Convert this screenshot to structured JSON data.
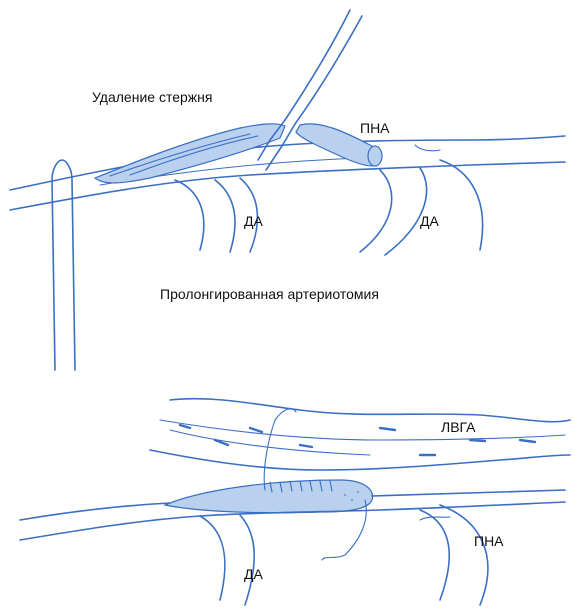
{
  "top_panel": {
    "label_core_removal": "Удаление стержня",
    "label_pna": "ПНА",
    "label_da_left": "ДА",
    "label_da_right": "ДА",
    "label_arteriotomy": "Пролонгированная артериотомия"
  },
  "bottom_panel": {
    "label_lvga": "ЛВГА",
    "label_pna": "ПНА",
    "label_da": "ДА"
  },
  "colors": {
    "vessel_stroke": "#3a6fc4",
    "vessel_fill": "#b9d0ef"
  }
}
